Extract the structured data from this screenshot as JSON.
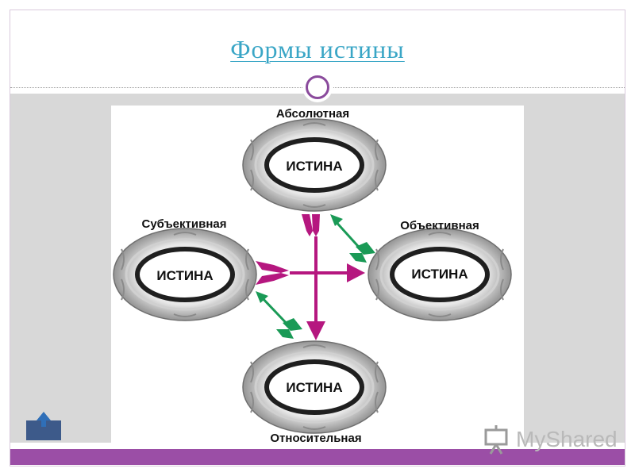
{
  "slide": {
    "title": "Формы истины"
  },
  "diagram": {
    "nodes": [
      {
        "id": "absolute",
        "label": "Абсолютная",
        "center_text": "ИСТИНА"
      },
      {
        "id": "subjective",
        "label": "Субъективная",
        "center_text": "ИСТИНА"
      },
      {
        "id": "objective",
        "label": "Объективная",
        "center_text": "ИСТИНА"
      },
      {
        "id": "relative",
        "label": "Относительная",
        "center_text": "ИСТИНА"
      }
    ],
    "colors": {
      "cross_arrow": "#b5177f",
      "side_arrow": "#1a9a56",
      "accent": "#9b4ea6",
      "title": "#3aa6c6"
    }
  },
  "watermark": {
    "text": "MyShared"
  },
  "icons": {
    "nav": "home-up-arrow-icon",
    "divider": "ring-icon",
    "watermark": "presentation-board-icon"
  }
}
